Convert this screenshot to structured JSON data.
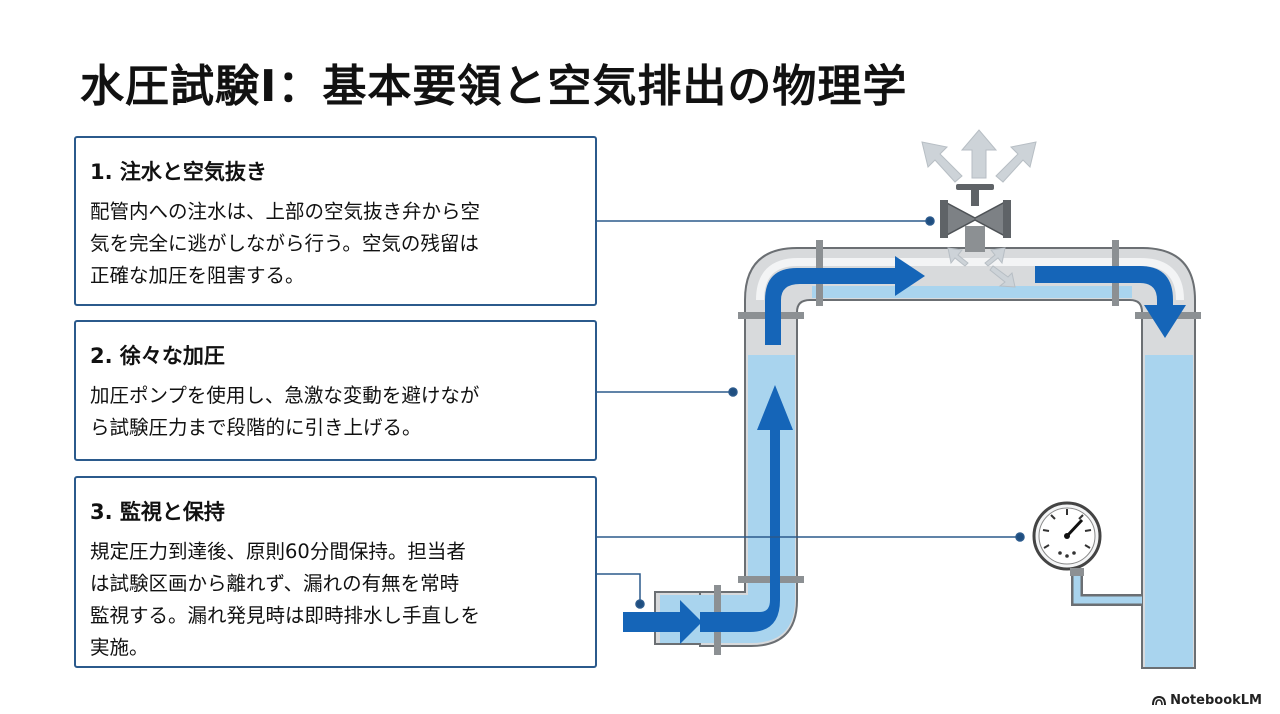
{
  "title": "水圧試験Ⅰ：基本要領と空気排出の物理学",
  "steps": [
    {
      "title": "1. 注水と空気抜き",
      "body": "配管内への注水は、上部の空気抜き弁から空\n気を完全に逃がしながら行う。空気の残留は\n正確な加圧を阻害する。"
    },
    {
      "title": "2. 徐々な加圧",
      "body": "加圧ポンプを使用し、急激な変動を避けなが\nら試験圧力まで段階的に引き上げる。"
    },
    {
      "title": "3. 監視と保持",
      "body": "規定圧力到達後、原則60分間保持。担当者\nは試験区画から離れず、漏れの有無を常時\n監視する。漏れ発見時は即時排水し手直しを\n実施。"
    }
  ],
  "diagram": {
    "icons": [
      "air-vent-valve-icon",
      "pressure-gauge-icon",
      "flow-arrow-icon",
      "air-escape-arrow-icon"
    ],
    "colors": {
      "card_border": "#2b5a8c",
      "water": "#a9d4ee",
      "flow_arrow": "#1565b8",
      "pipe": "#d6d8da",
      "pipe_edge": "#6b6f73"
    }
  },
  "brand": {
    "label": "NotebookLM"
  }
}
